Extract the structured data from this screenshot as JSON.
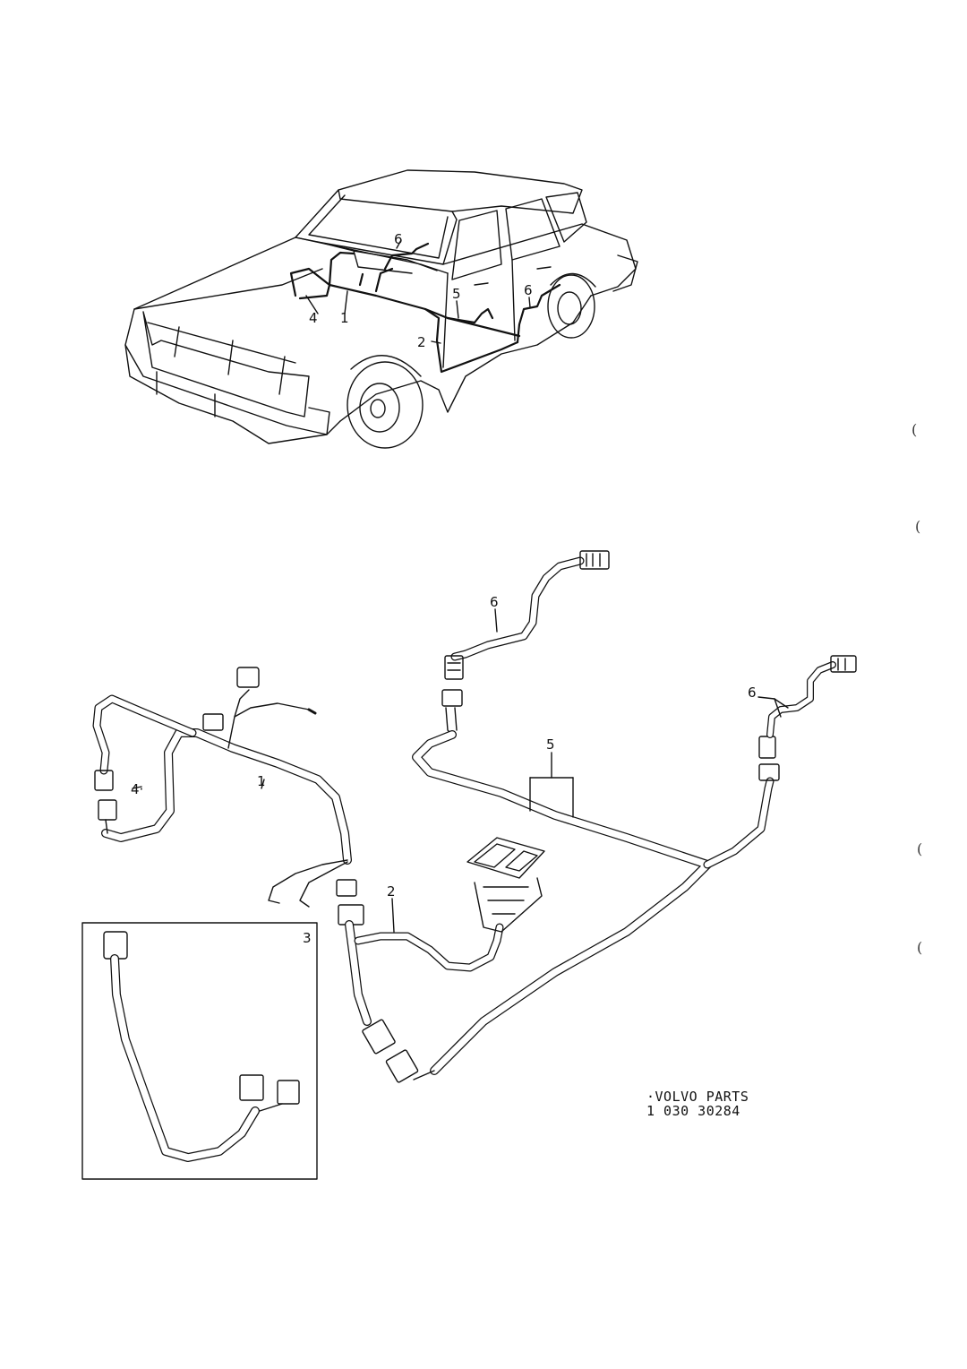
{
  "car_labels": {
    "l6a": "6",
    "l5": "5",
    "l6b": "6",
    "l4": "4",
    "l1": "1",
    "l2": "2"
  },
  "harness_labels": {
    "l6a": "6",
    "l6b": "6",
    "l5": "5",
    "l4": "4·",
    "l1": "1",
    "l2": "2",
    "l3": "3"
  },
  "caption": {
    "line1": "·VOLVO  PARTS",
    "line2": "1  030  30284"
  },
  "margin_marks": [
    "(",
    "(",
    "(",
    "("
  ],
  "colors": {
    "ink": "#111111",
    "paper": "#ffffff"
  }
}
